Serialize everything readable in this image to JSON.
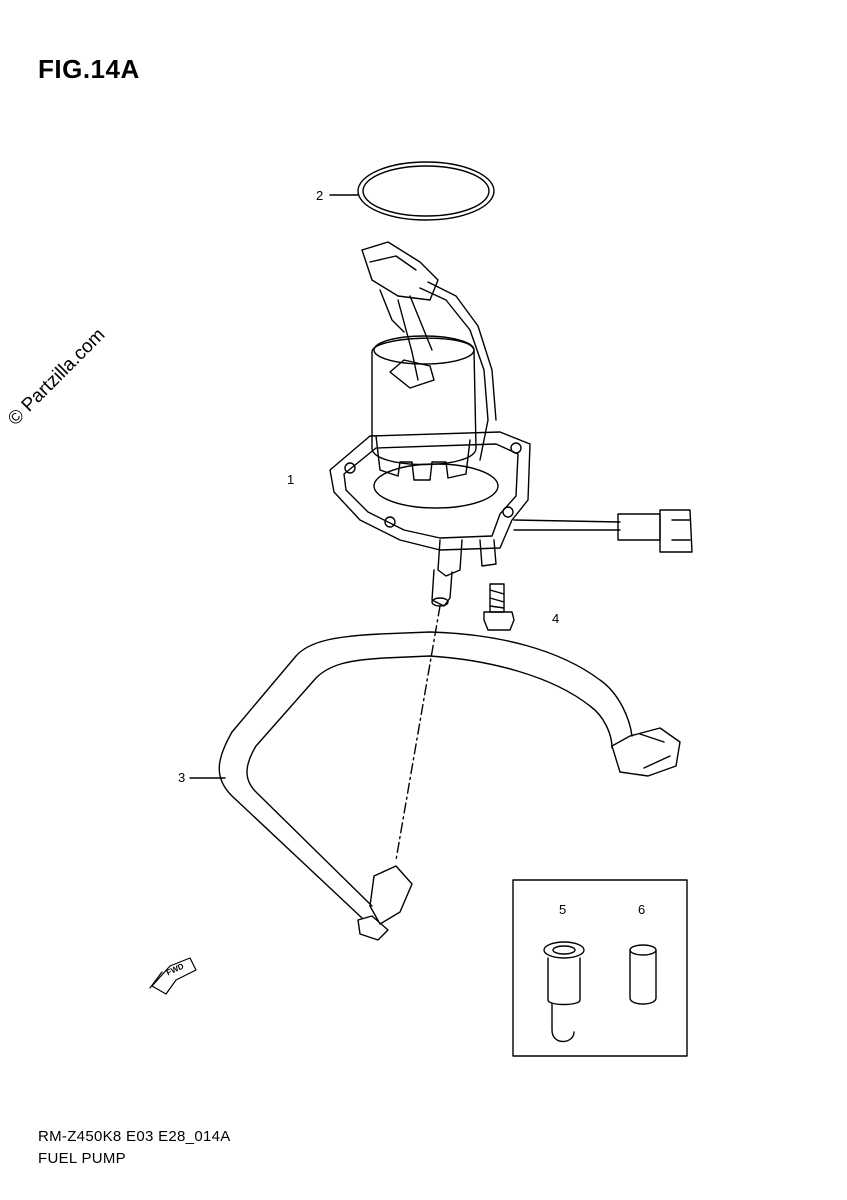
{
  "figure": {
    "title": "FIG.14A",
    "watermark": "© Partzilla.com",
    "model_code": "RM-Z450K8 E03 E28_014A",
    "part_name": "FUEL PUMP"
  },
  "callouts": [
    {
      "id": "1",
      "label": "1"
    },
    {
      "id": "2",
      "label": "2"
    },
    {
      "id": "3",
      "label": "3"
    },
    {
      "id": "4",
      "label": "4"
    },
    {
      "id": "5",
      "label": "5"
    },
    {
      "id": "6",
      "label": "6"
    }
  ],
  "direction_badge": "FWD",
  "colors": {
    "line": "#000000",
    "background": "#ffffff"
  }
}
